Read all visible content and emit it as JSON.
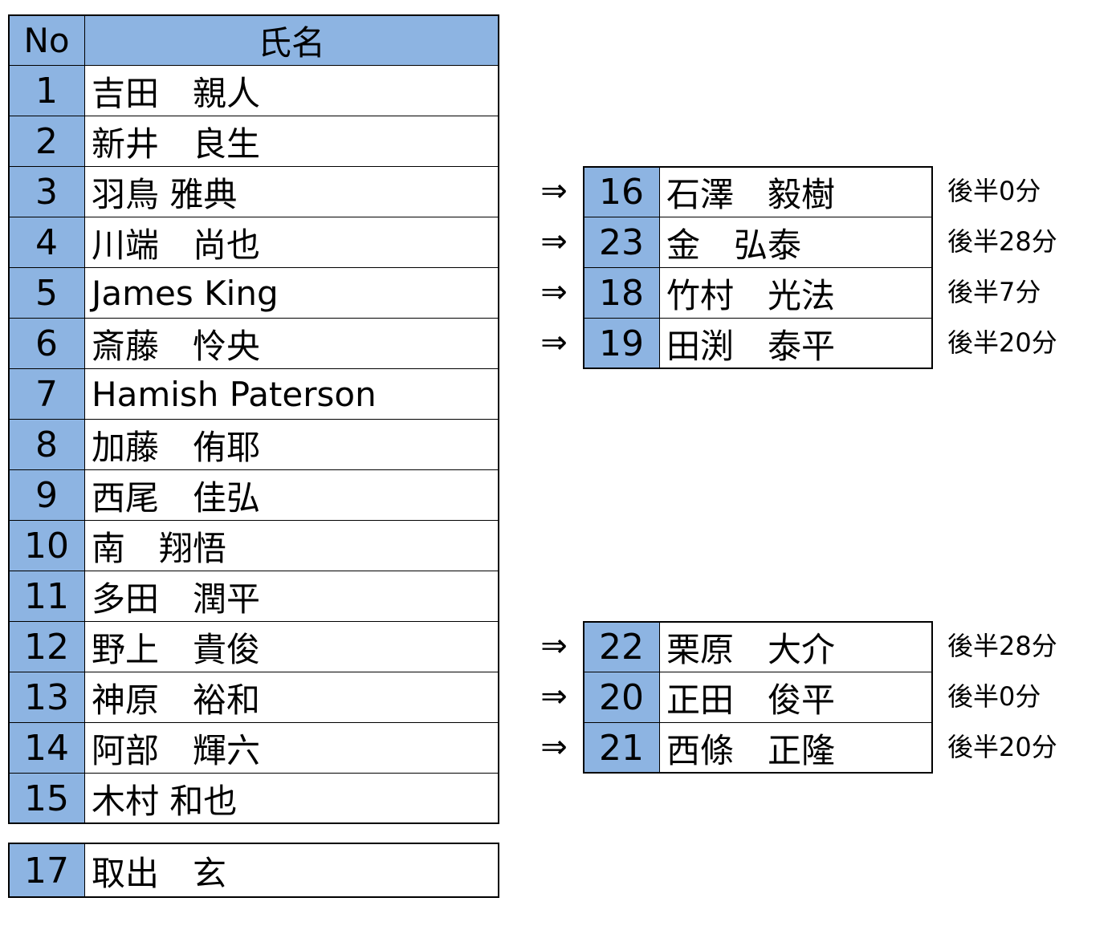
{
  "roster": {
    "header": {
      "no": "No",
      "name": "氏名"
    },
    "rows": [
      {
        "no": "1",
        "name": "吉田　親人"
      },
      {
        "no": "2",
        "name": "新井　良生"
      },
      {
        "no": "3",
        "name": "羽鳥 雅典"
      },
      {
        "no": "4",
        "name": "川端　尚也"
      },
      {
        "no": "5",
        "name": "James King"
      },
      {
        "no": "6",
        "name": "斎藤　怜央"
      },
      {
        "no": "7",
        "name": "Hamish Paterson"
      },
      {
        "no": "8",
        "name": "加藤　侑耶"
      },
      {
        "no": "9",
        "name": "西尾　佳弘"
      },
      {
        "no": "10",
        "name": "南　翔悟"
      },
      {
        "no": "11",
        "name": "多田　潤平"
      },
      {
        "no": "12",
        "name": "野上　貴俊"
      },
      {
        "no": "13",
        "name": "神原　裕和"
      },
      {
        "no": "14",
        "name": "阿部　輝六"
      },
      {
        "no": "15",
        "name": "木村 和也"
      }
    ]
  },
  "goalkeeper": {
    "no": "17",
    "name": "取出　玄"
  },
  "substitutions": {
    "arrow": "⇒",
    "group1": [
      {
        "no": "16",
        "name": "石澤　毅樹",
        "time": "後半0分"
      },
      {
        "no": "23",
        "name": "金　弘泰",
        "time": "後半28分"
      },
      {
        "no": "18",
        "name": "竹村　光法",
        "time": "後半7分"
      },
      {
        "no": "19",
        "name": "田渕　泰平",
        "time": "後半20分"
      }
    ],
    "group2": [
      {
        "no": "22",
        "name": "栗原　大介",
        "time": "後半28分"
      },
      {
        "no": "20",
        "name": "正田　俊平",
        "time": "後半0分"
      },
      {
        "no": "21",
        "name": "西條　正隆",
        "time": "後半20分"
      }
    ]
  }
}
